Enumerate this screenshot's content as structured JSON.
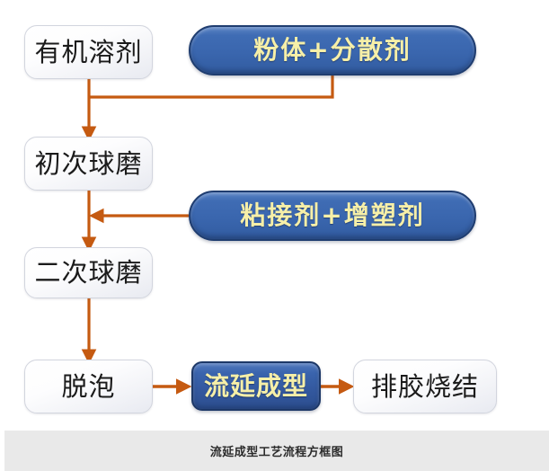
{
  "figure": {
    "caption": "流延成型工艺流程方框图",
    "background_color": "#ffffff",
    "caption_bar_color": "#e9e9e9",
    "accent_arrow_color": "#c55a11",
    "material_box_color": "#3a66ae",
    "material_text_color": "#f6efa8",
    "process_box_color": "#f2f3f7",
    "process_text_color": "#1b1b1b"
  },
  "nodes": {
    "solvent": {
      "label": "有机溶剂",
      "kind": "process"
    },
    "powder_dispersant": {
      "label": "粉体+分散剂",
      "kind": "material"
    },
    "first_milling": {
      "label": "初次球磨",
      "kind": "process"
    },
    "binder_plasticizer": {
      "label": "粘接剂+增塑剂",
      "kind": "material"
    },
    "second_milling": {
      "label": "二次球磨",
      "kind": "process"
    },
    "defoaming": {
      "label": "脱泡",
      "kind": "process"
    },
    "tape_casting": {
      "label": "流延成型",
      "kind": "highlight"
    },
    "debinding_sintering": {
      "label": "排胶烧结",
      "kind": "process"
    }
  },
  "flow": [
    {
      "from": "solvent",
      "to": "first_milling"
    },
    {
      "from": "powder_dispersant",
      "to": "first_milling"
    },
    {
      "from": "first_milling",
      "to": "second_milling"
    },
    {
      "from": "binder_plasticizer",
      "to": "second_milling"
    },
    {
      "from": "second_milling",
      "to": "defoaming"
    },
    {
      "from": "defoaming",
      "to": "tape_casting"
    },
    {
      "from": "tape_casting",
      "to": "debinding_sintering"
    }
  ]
}
